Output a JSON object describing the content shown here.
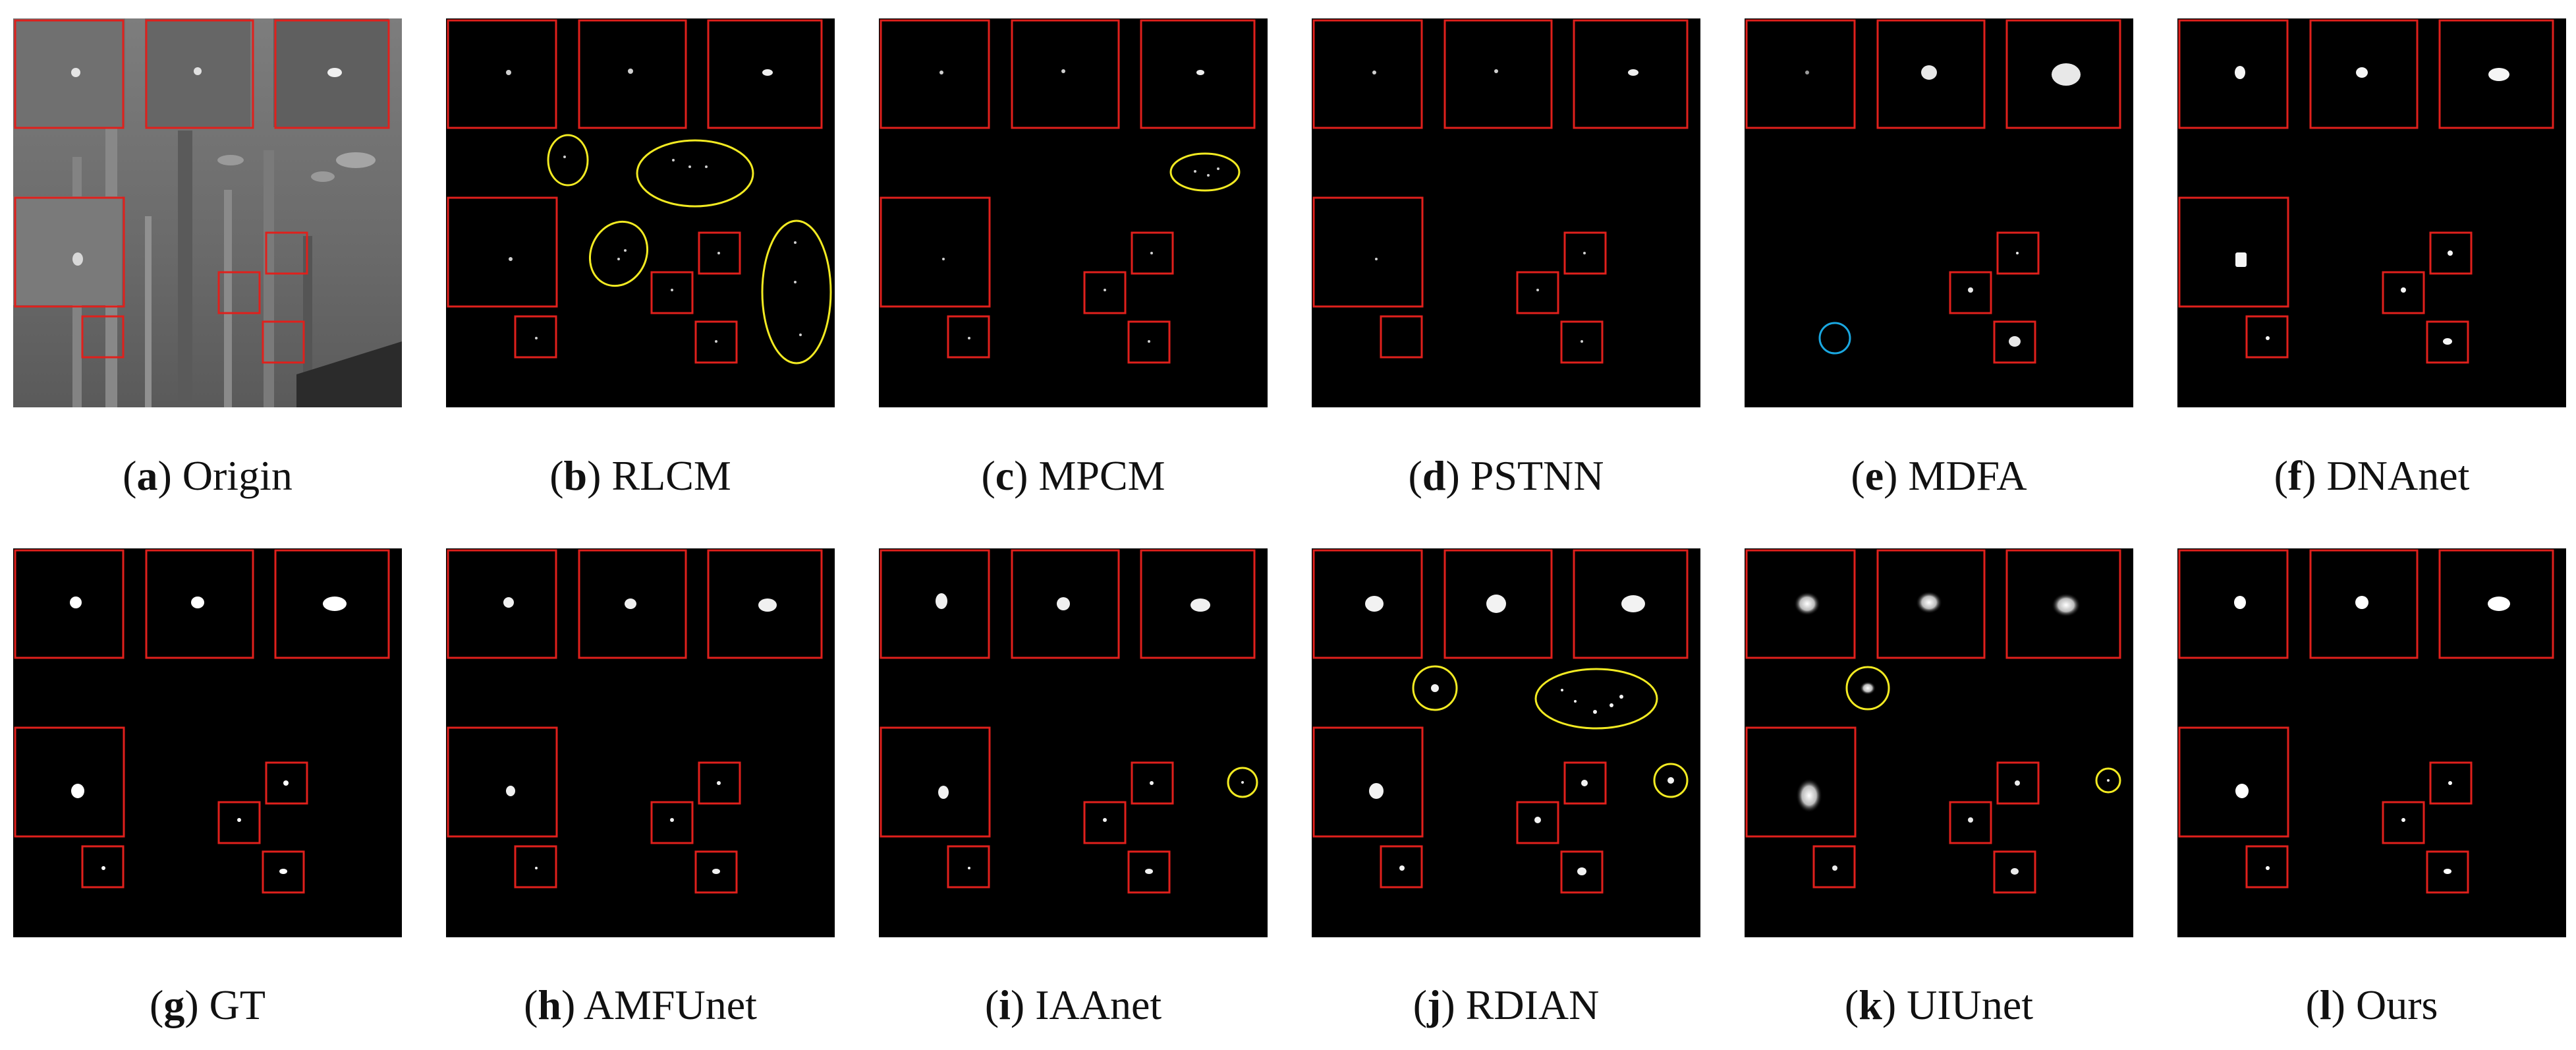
{
  "panels": [
    {
      "letter": "a",
      "name": "Origin"
    },
    {
      "letter": "b",
      "name": "RLCM"
    },
    {
      "letter": "c",
      "name": "MPCM"
    },
    {
      "letter": "d",
      "name": "PSTNN"
    },
    {
      "letter": "e",
      "name": "MDFA"
    },
    {
      "letter": "f",
      "name": "DNAnet"
    },
    {
      "letter": "g",
      "name": "GT"
    },
    {
      "letter": "h",
      "name": "AMFUnet"
    },
    {
      "letter": "i",
      "name": "IAAnet"
    },
    {
      "letter": "j",
      "name": "RDIAN"
    },
    {
      "letter": "k",
      "name": "UIUnet"
    },
    {
      "letter": "l",
      "name": "Ours"
    }
  ],
  "colors": {
    "box": "#e0201c",
    "false_alarm_ellipse": "#f2ea22",
    "missed_detection_circle": "#1aa7e0",
    "background": "#000000",
    "target": "#ffffff"
  }
}
